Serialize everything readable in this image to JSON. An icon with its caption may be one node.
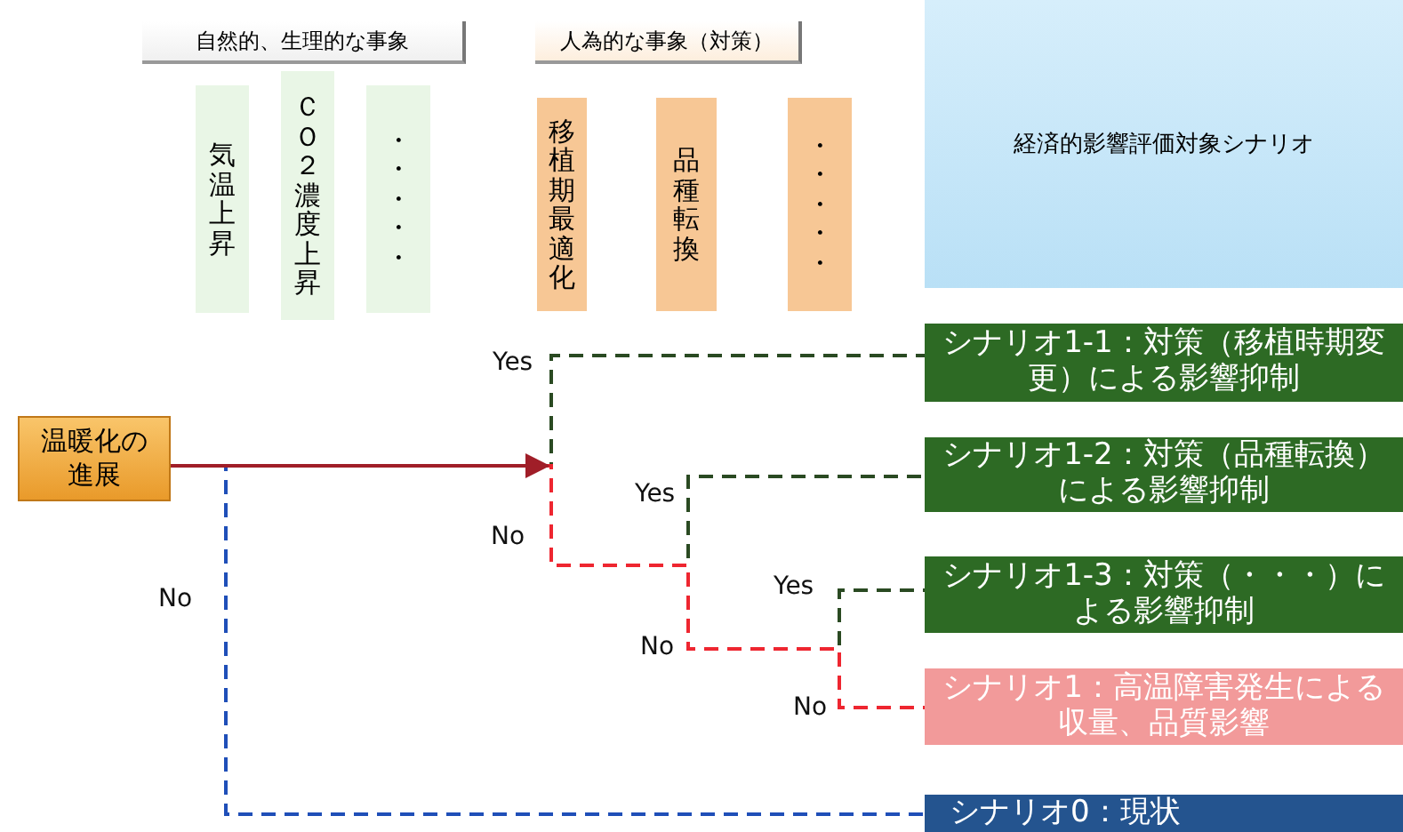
{
  "diagram": {
    "nodes": [
      {
        "text": [
          "自然的、生理的な事象"
        ]
      },
      {
        "text": [
          "気温上昇"
        ]
      },
      {
        "text": [
          "ＣＯ２濃度上昇"
        ]
      },
      {
        "text": [
          "・・・・・"
        ]
      },
      {
        "text": [
          "人為的な事象（対策）"
        ]
      },
      {
        "text": [
          "移植期最適化"
        ]
      },
      {
        "text": [
          "品種転換"
        ]
      },
      {
        "text": [
          "・・・・・"
        ]
      },
      {
        "text": [
          "経済的影響評価対象シナリオ"
        ]
      },
      {
        "text": [
          "温暖化の進展"
        ]
      },
      {
        "text": [
          "シナリオ1-1：対策（移植時期変更）による影響抑制"
        ]
      },
      {
        "text": [
          "シナリオ1-2：対策（品種転換）による影響抑制"
        ]
      },
      {
        "text": [
          "シナリオ1-3：対策（・・・）による影響抑制"
        ]
      },
      {
        "text": [
          "シナリオ1：高温障害発生による収量、品質影響"
        ]
      },
      {
        "text": [
          "シナリオ0：現状"
        ]
      }
    ],
    "edges": [
      {
        "from": 9,
        "to": null,
        "arrow": "to",
        "color": "#a01e28"
      },
      {
        "from": 9,
        "to": 10,
        "arrow": "none",
        "label": "Yes",
        "style": "dashed"
      },
      {
        "from": 9,
        "to": 11,
        "arrow": "none",
        "label": "Yes",
        "style": "dashed"
      },
      {
        "from": 9,
        "to": 12,
        "arrow": "none",
        "label": "Yes",
        "style": "dashed"
      },
      {
        "from": 9,
        "to": 13,
        "arrow": "none",
        "label": "No",
        "style": "dashed",
        "color": "#ee2630"
      },
      {
        "from": 9,
        "to": 14,
        "arrow": "none",
        "label": "No",
        "style": "dashed",
        "color": "#1f4fb8"
      }
    ],
    "labels": [
      "No",
      "No"
    ]
  }
}
